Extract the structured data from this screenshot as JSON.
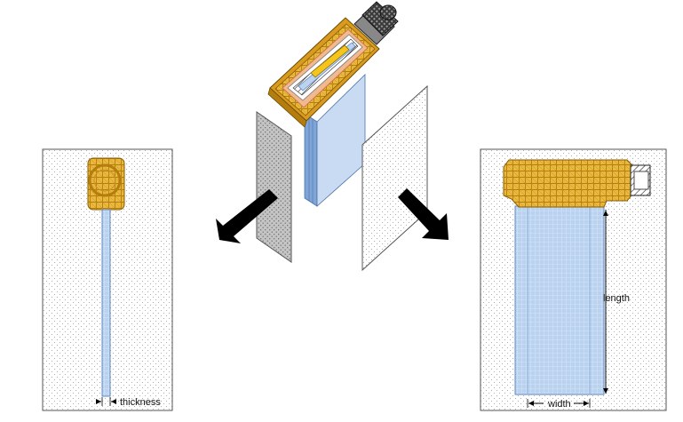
{
  "labels": {
    "thickness": "thickness",
    "length": "length",
    "width": "width"
  },
  "colors": {
    "gold": "#e8b53a",
    "gold_dark": "#9c6a00",
    "blue": "#b7d0ee",
    "blue_dark": "#5f88c2",
    "grey_panel": "#c9c9c9",
    "arrow": "#000000",
    "knob": "#2a2a2a"
  },
  "icons": {
    "left_arrow": "arrow-down-left-icon",
    "right_arrow": "arrow-down-right-icon"
  }
}
